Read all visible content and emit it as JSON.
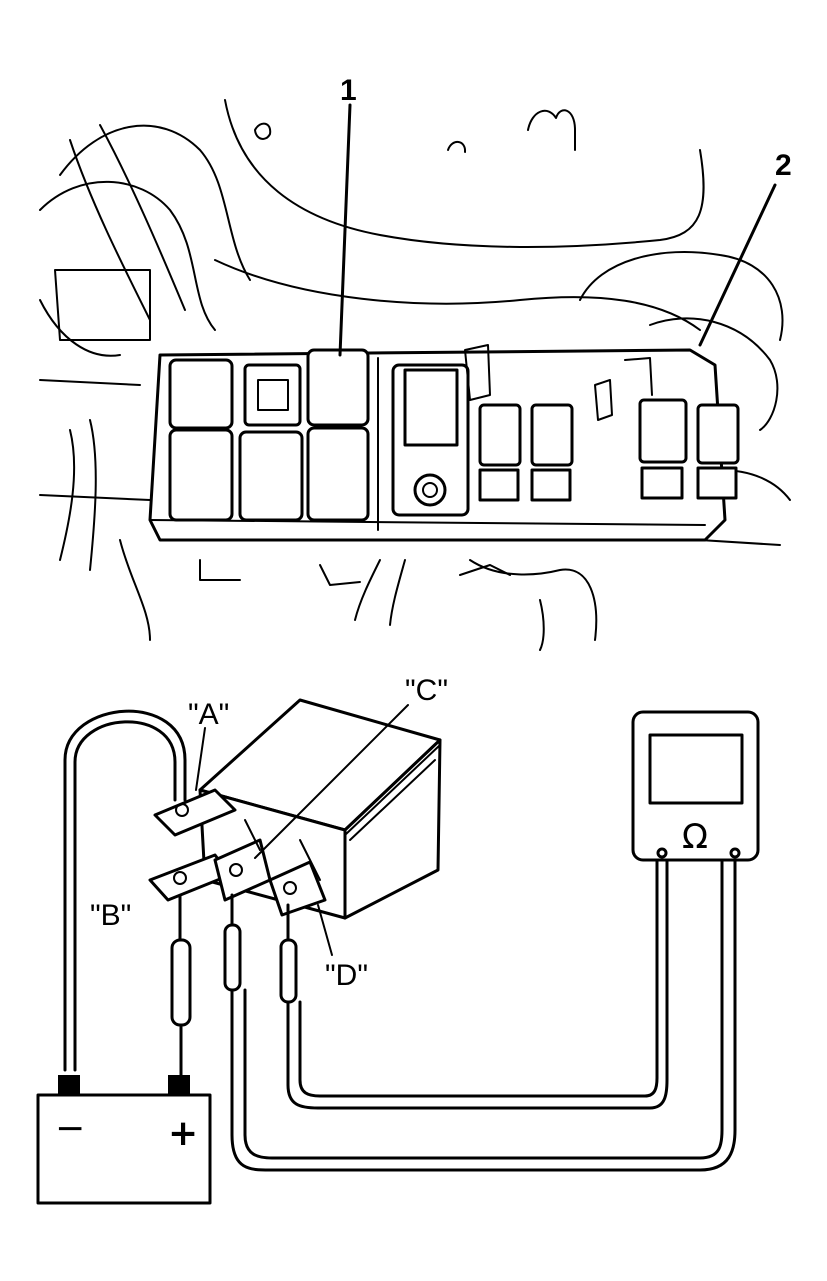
{
  "callouts": {
    "part_1": "1",
    "part_2": "2"
  },
  "terminals": {
    "a": "\"A\"",
    "b": "\"B\"",
    "c": "\"C\"",
    "d": "\"D\""
  },
  "battery": {
    "negative": "−",
    "positive": "+"
  },
  "ohmmeter": {
    "unit_symbol": "Ω"
  },
  "colors": {
    "ink": "#000000",
    "paper": "#ffffff"
  },
  "icons": [
    "relay-icon",
    "battery-icon",
    "ohmmeter-icon",
    "fuse-box-icon"
  ]
}
